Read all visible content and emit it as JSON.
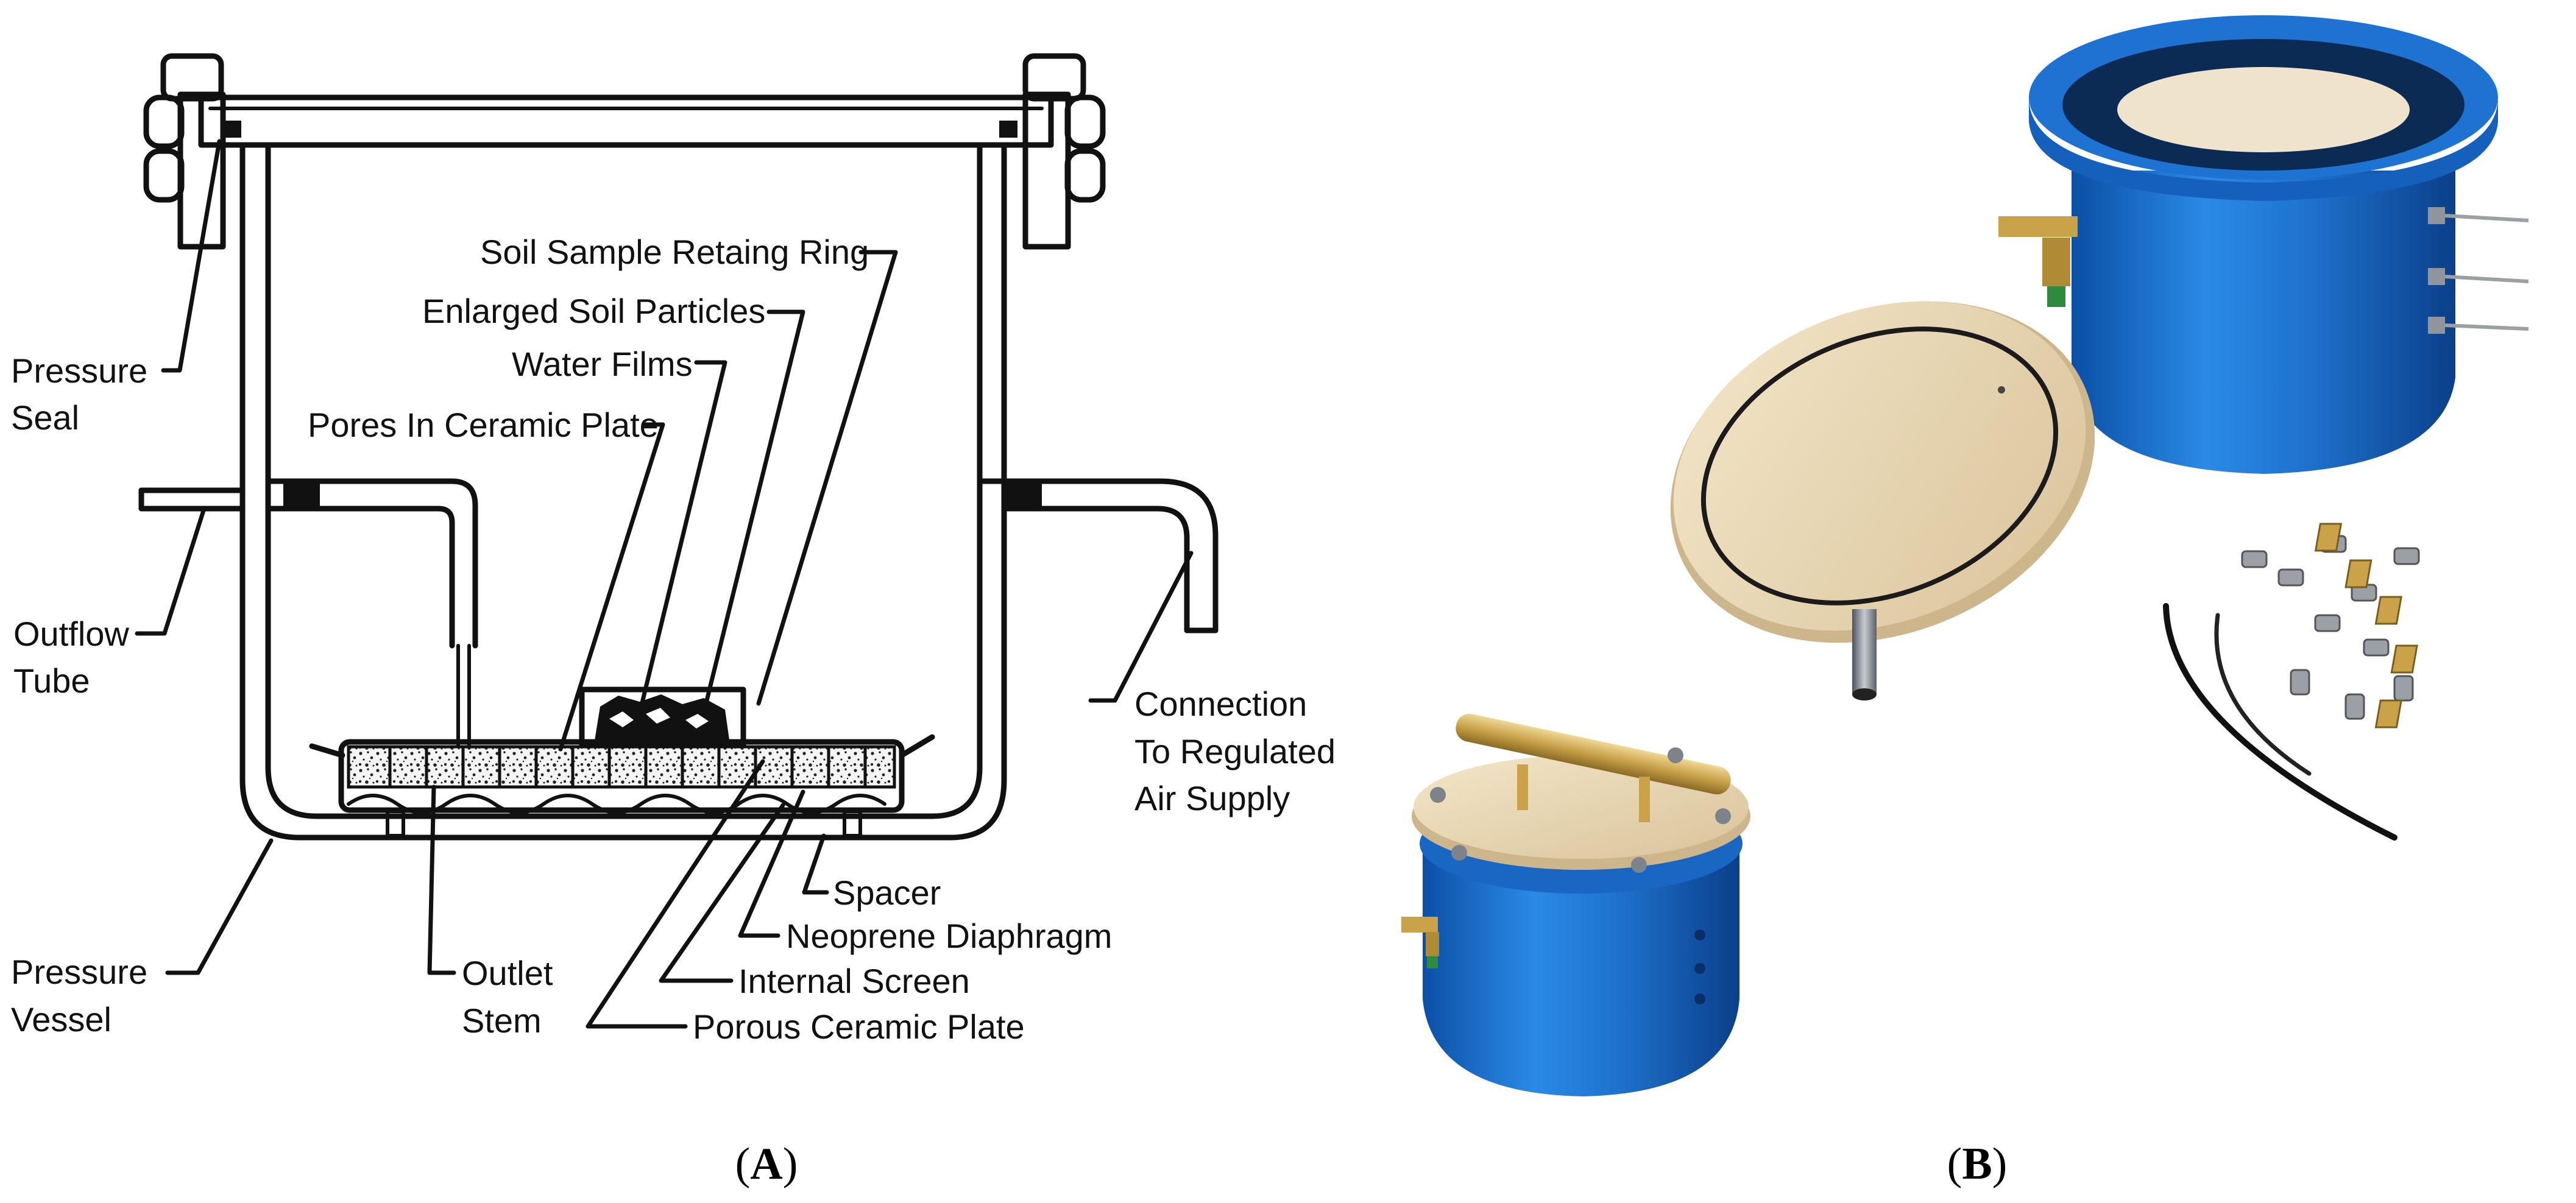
{
  "panel_a": {
    "caption_open": "(",
    "caption_letter": "A",
    "caption_close": ")",
    "labels": {
      "pressure_seal_1": "Pressure",
      "pressure_seal_2": "Seal",
      "soil_sample_retaining_ring": "Soil Sample Retaing Ring",
      "enlarged_soil_particles": "Enlarged Soil Particles",
      "water_films": "Water Films",
      "pores_in_ceramic_plate": "Pores In Ceramic Plate",
      "outflow_tube_1": "Outflow",
      "outflow_tube_2": "Tube",
      "connection_1": "Connection",
      "connection_2": "To Regulated",
      "connection_3": "Air Supply",
      "pressure_vessel_1": "Pressure",
      "pressure_vessel_2": "Vessel",
      "outlet_stem_1": "Outlet",
      "outlet_stem_2": "Stem",
      "spacer": "Spacer",
      "neoprene_diaphragm": "Neoprene Diaphragm",
      "internal_screen": "Internal Screen",
      "porous_ceramic_plate": "Porous Ceramic Plate"
    }
  },
  "panel_b": {
    "caption_open": "(",
    "caption_letter": "B",
    "caption_close": ")",
    "colors": {
      "vessel_blue": "#1f78d6",
      "vessel_blue_dark": "#0d4fa3",
      "lid_beige": "#e8d8b8",
      "lid_beige_dark": "#cdb68c",
      "brass": "#c9a24a",
      "steel": "#8f959c"
    }
  }
}
